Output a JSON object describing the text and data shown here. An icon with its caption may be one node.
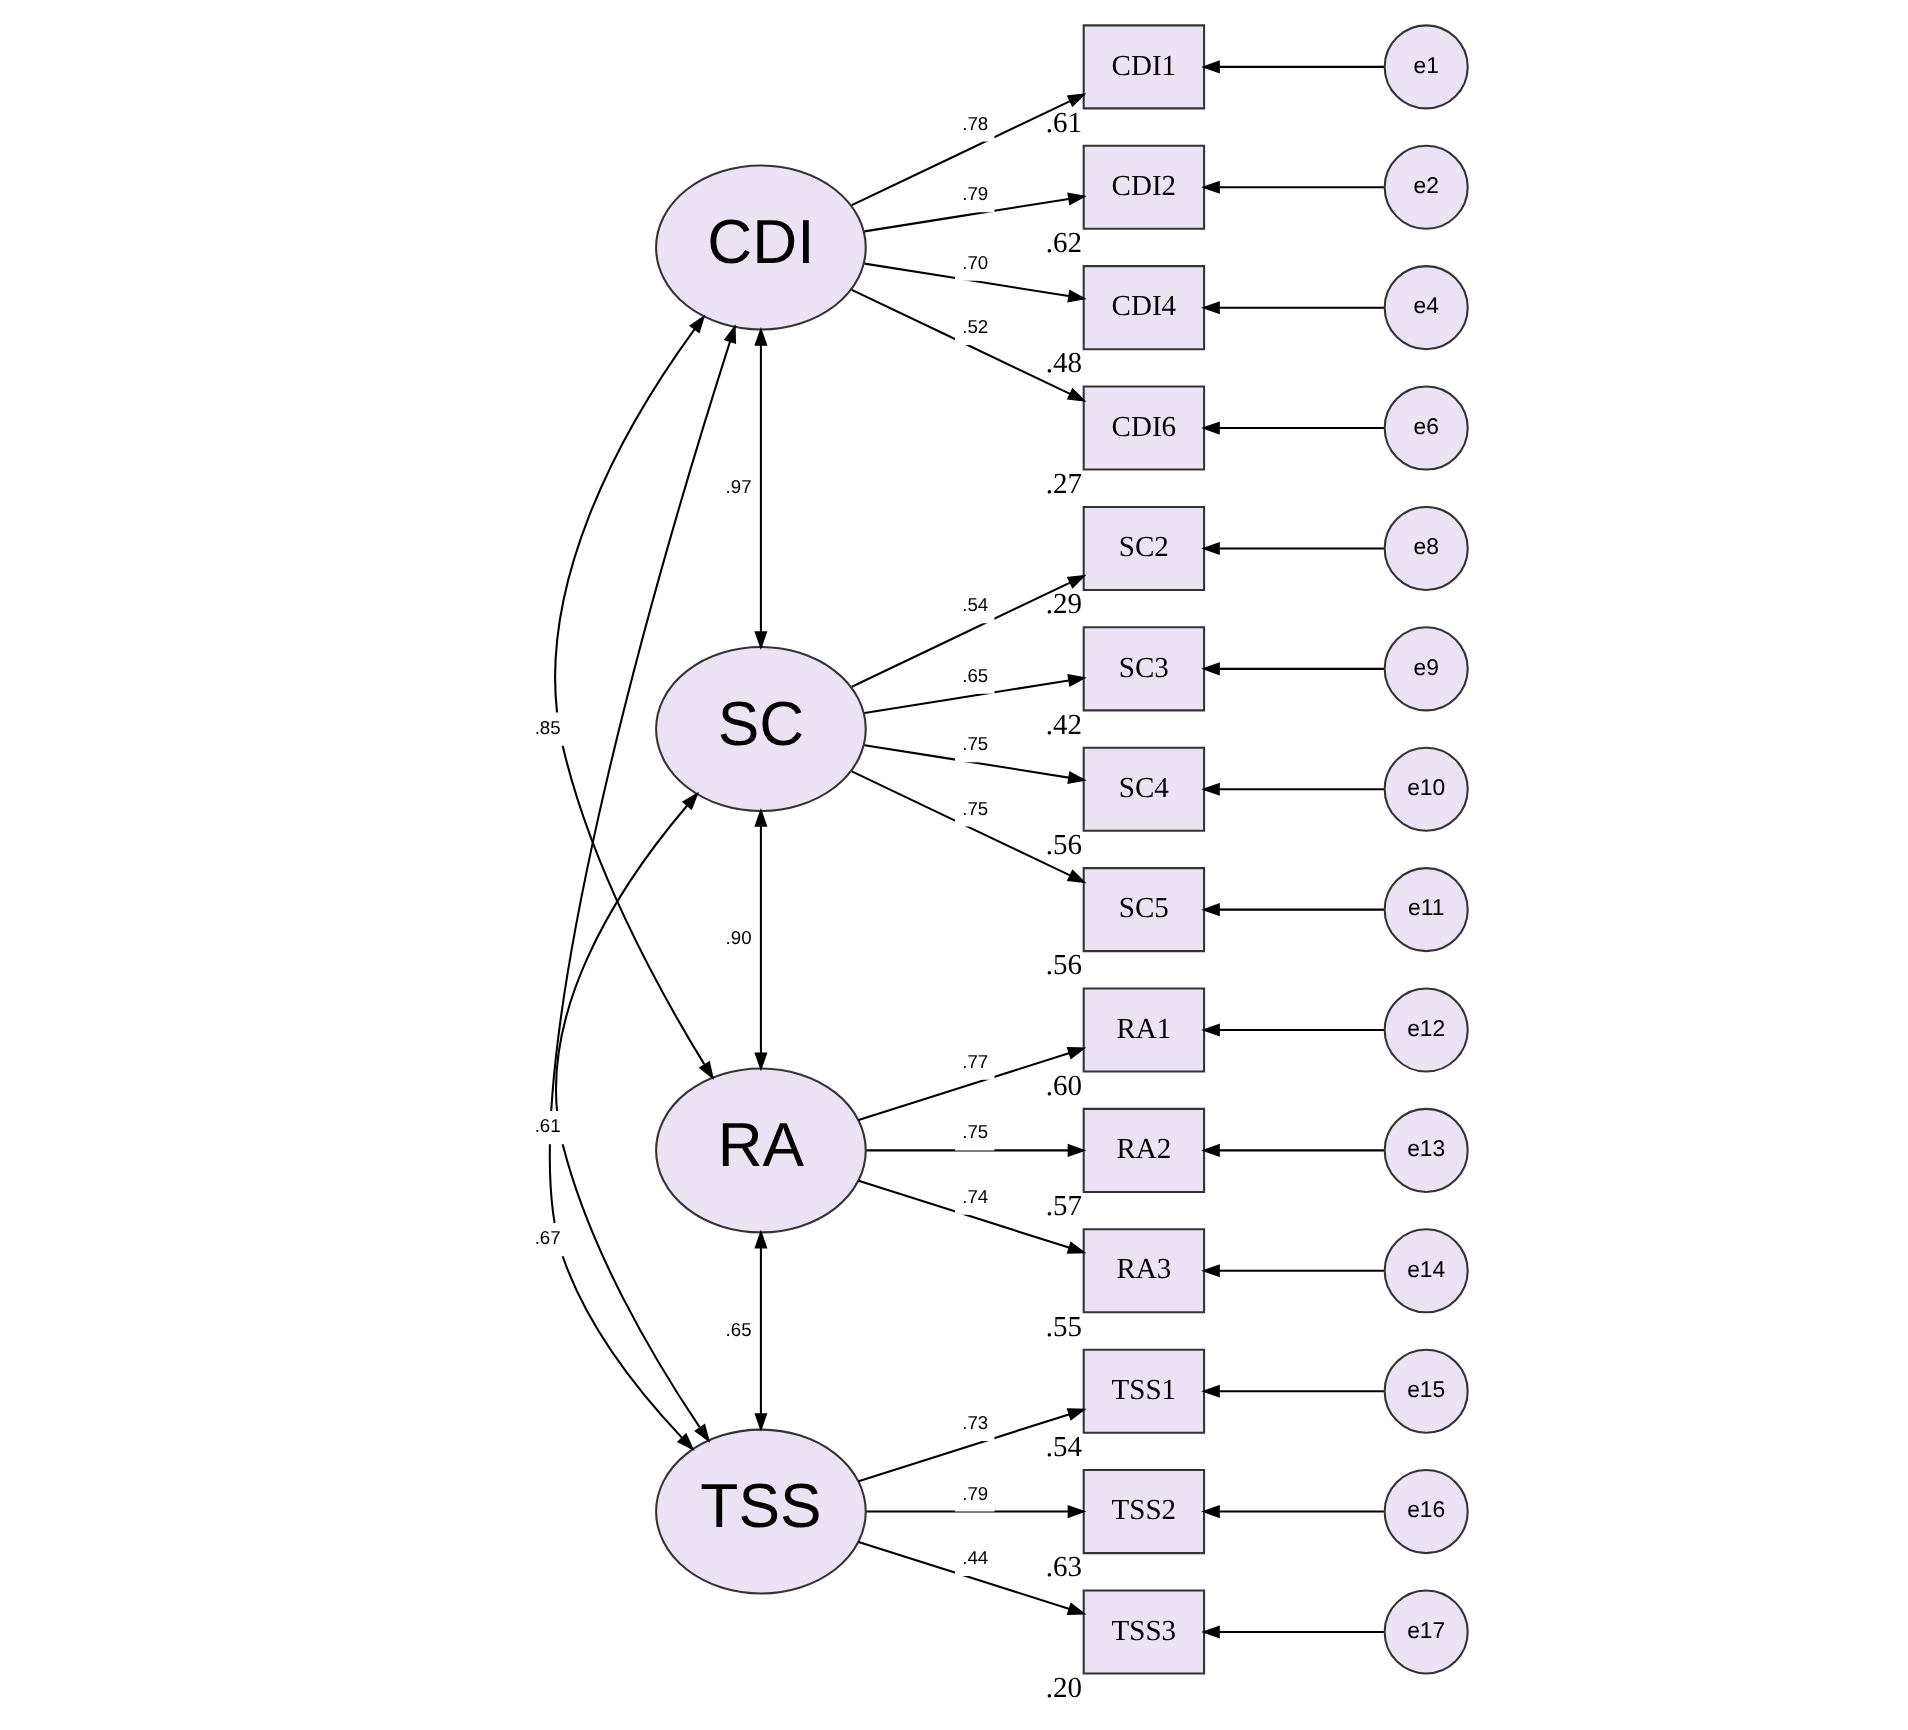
{
  "diagram": {
    "nodes": [
      {
        "text": [
          "CDI"
        ]
      },
      {
        "text": [
          "CDI1"
        ],
        "beside": [
          ".61"
        ]
      },
      {
        "text": [
          "CDI2"
        ],
        "beside": [
          ".62"
        ]
      },
      {
        "text": [
          "CDI4"
        ],
        "beside": [
          ".48"
        ]
      },
      {
        "text": [
          "CDI6"
        ],
        "beside": [
          ".27"
        ]
      },
      {
        "text": [
          "SC"
        ]
      },
      {
        "text": [
          "SC2"
        ],
        "beside": [
          ".29"
        ]
      },
      {
        "text": [
          "SC3"
        ],
        "beside": [
          ".42"
        ]
      },
      {
        "text": [
          "SC4"
        ],
        "beside": [
          ".56"
        ]
      },
      {
        "text": [
          "SC5"
        ],
        "beside": [
          ".56"
        ]
      },
      {
        "text": [
          "RA"
        ]
      },
      {
        "text": [
          "RA1"
        ],
        "beside": [
          ".60"
        ]
      },
      {
        "text": [
          "RA2"
        ],
        "beside": [
          ".57"
        ]
      },
      {
        "text": [
          "RA3"
        ],
        "beside": [
          ".55"
        ]
      },
      {
        "text": [
          "TSS"
        ]
      },
      {
        "text": [
          "TSS1"
        ],
        "beside": [
          ".54"
        ]
      },
      {
        "text": [
          "TSS2"
        ],
        "beside": [
          ".63"
        ]
      },
      {
        "text": [
          "TSS3"
        ],
        "beside": [
          ".20"
        ]
      },
      {
        "text": [
          "e1"
        ]
      },
      {
        "text": [
          "e2"
        ]
      },
      {
        "text": [
          "e4"
        ]
      },
      {
        "text": [
          "e6"
        ]
      },
      {
        "text": [
          "e8"
        ]
      },
      {
        "text": [
          "e9"
        ]
      },
      {
        "text": [
          "e10"
        ]
      },
      {
        "text": [
          "e11"
        ]
      },
      {
        "text": [
          "e12"
        ]
      },
      {
        "text": [
          "e13"
        ]
      },
      {
        "text": [
          "e14"
        ]
      },
      {
        "text": [
          "e15"
        ]
      },
      {
        "text": [
          "e16"
        ]
      },
      {
        "text": [
          "e17"
        ]
      }
    ],
    "edges": [
      {
        "from": 0,
        "to": 1,
        "arrow": "to",
        "label": ".78"
      },
      {
        "from": 0,
        "to": 2,
        "arrow": "to",
        "label": ".79"
      },
      {
        "from": 0,
        "to": 3,
        "arrow": "to",
        "label": ".70"
      },
      {
        "from": 0,
        "to": 4,
        "arrow": "to",
        "label": ".52"
      },
      {
        "from": 5,
        "to": 6,
        "arrow": "to",
        "label": ".54"
      },
      {
        "from": 5,
        "to": 7,
        "arrow": "to",
        "label": ".65"
      },
      {
        "from": 5,
        "to": 8,
        "arrow": "to",
        "label": ".75"
      },
      {
        "from": 5,
        "to": 9,
        "arrow": "to",
        "label": ".75"
      },
      {
        "from": 10,
        "to": 11,
        "arrow": "to",
        "label": ".77"
      },
      {
        "from": 10,
        "to": 12,
        "arrow": "to",
        "label": ".75"
      },
      {
        "from": 10,
        "to": 13,
        "arrow": "to",
        "label": ".74"
      },
      {
        "from": 14,
        "to": 15,
        "arrow": "to",
        "label": ".73"
      },
      {
        "from": 14,
        "to": 16,
        "arrow": "to",
        "label": ".79"
      },
      {
        "from": 14,
        "to": 17,
        "arrow": "to",
        "label": ".44"
      },
      {
        "from": 18,
        "to": 1,
        "arrow": "to"
      },
      {
        "from": 19,
        "to": 2,
        "arrow": "to"
      },
      {
        "from": 20,
        "to": 3,
        "arrow": "to"
      },
      {
        "from": 21,
        "to": 4,
        "arrow": "to"
      },
      {
        "from": 22,
        "to": 6,
        "arrow": "to"
      },
      {
        "from": 23,
        "to": 7,
        "arrow": "to"
      },
      {
        "from": 24,
        "to": 8,
        "arrow": "to"
      },
      {
        "from": 25,
        "to": 9,
        "arrow": "to"
      },
      {
        "from": 26,
        "to": 11,
        "arrow": "to"
      },
      {
        "from": 27,
        "to": 12,
        "arrow": "to"
      },
      {
        "from": 28,
        "to": 13,
        "arrow": "to"
      },
      {
        "from": 29,
        "to": 15,
        "arrow": "to"
      },
      {
        "from": 30,
        "to": 16,
        "arrow": "to"
      },
      {
        "from": 31,
        "to": 17,
        "arrow": "to"
      },
      {
        "from": 14,
        "to": 0,
        "arrow": "both",
        "label": ".67"
      },
      {
        "from": 0,
        "to": 5,
        "arrow": "both",
        "label": ".97"
      },
      {
        "from": 0,
        "to": 10,
        "arrow": "both",
        "label": ".85"
      },
      {
        "from": 14,
        "to": 5,
        "arrow": "both",
        "label": ".61"
      },
      {
        "from": 14,
        "to": 10,
        "arrow": "both",
        "label": ".65"
      },
      {
        "from": 5,
        "to": 10,
        "arrow": "both",
        "label": ".90"
      }
    ]
  }
}
